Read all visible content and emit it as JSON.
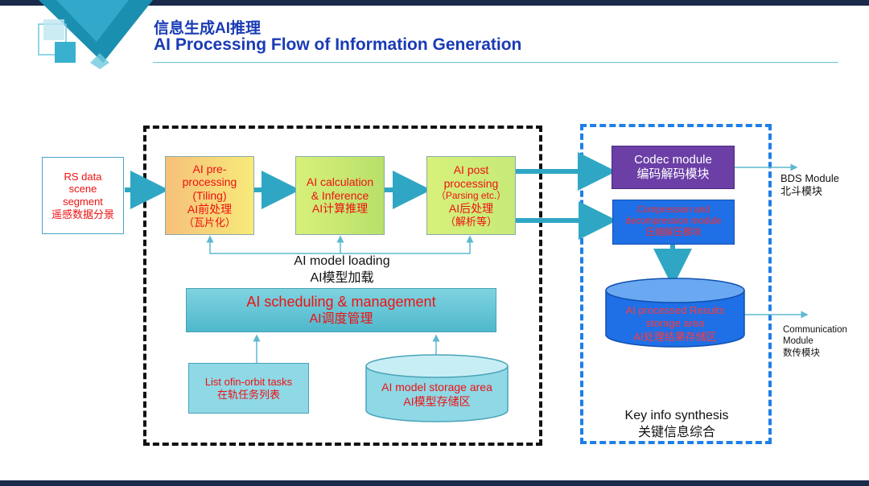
{
  "header": {
    "title_cn": "信息生成AI推理",
    "title_en": "AI  Processing Flow of Information Generation"
  },
  "colors": {
    "title": "#1a3bb5",
    "red_text": "#e11111",
    "blue_dash": "#1f7fe6",
    "black_dash": "#111111"
  },
  "input": {
    "lines": [
      "RS data",
      "scene",
      "segment",
      "遥感数据分景"
    ]
  },
  "stages": [
    {
      "lines": [
        "AI pre-",
        "processing",
        "(Tiling)",
        "AI前处理",
        "（瓦片化）"
      ]
    },
    {
      "lines": [
        "AI calculation",
        "& Inference",
        "AI计算推理"
      ]
    },
    {
      "lines": [
        "AI post",
        "processing",
        "（Parsing etc.）",
        "AI后处理",
        "（解析等）"
      ]
    }
  ],
  "model_loading": {
    "en": "AI model loading",
    "cn": "AI模型加载"
  },
  "scheduling": {
    "en": "AI scheduling & management",
    "cn": "AI调度管理"
  },
  "tasks": {
    "en": "List ofin-orbit tasks",
    "cn": "在轨任务列表"
  },
  "model_storage": {
    "en": "AI model storage area",
    "cn": "AI模型存储区"
  },
  "codec": {
    "en": "Codec module",
    "cn": "编码解码模块"
  },
  "compression": {
    "en1": "Compression and",
    "en2": "decompression module",
    "cn": "压缩解压模块"
  },
  "results": {
    "en1": "AI  processed Results",
    "en2": "storage area",
    "cn": "AI处理结果存储区"
  },
  "bds": {
    "en": "BDS Module",
    "cn": "北斗模块"
  },
  "comm": {
    "en1": "Communication",
    "en2": "Module",
    "cn": "数传模块"
  },
  "synthesis": {
    "en": "Key info synthesis",
    "cn": "关键信息综合"
  }
}
